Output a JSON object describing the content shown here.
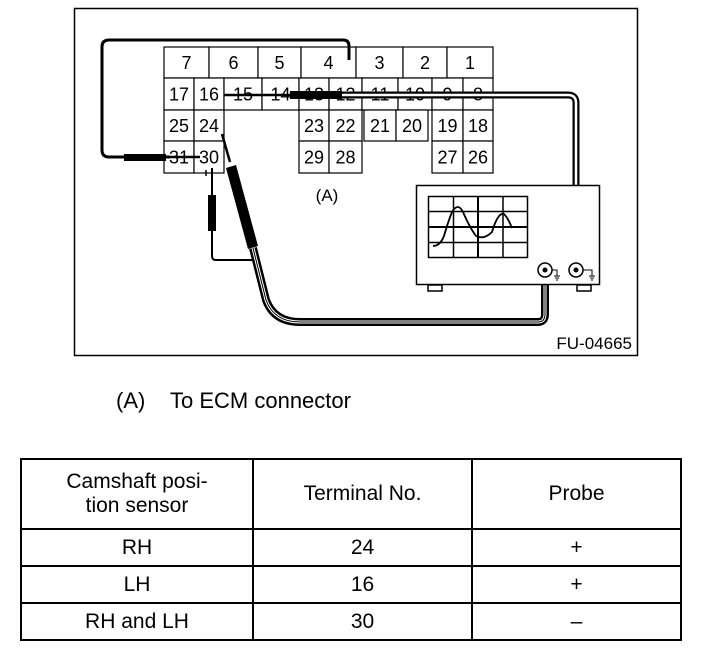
{
  "figure": {
    "id_label": "FU-04665",
    "connector_label": "(A)",
    "connector": {
      "header_row": [
        "7",
        "6",
        "5",
        "4",
        "3",
        "2",
        "1"
      ],
      "row1": [
        "17",
        "16",
        "15",
        "14",
        "13",
        "12",
        "11",
        "10",
        "9",
        "8"
      ],
      "row2_left": [
        "25",
        "24"
      ],
      "row2_mid": [
        "23",
        "22"
      ],
      "row2_right": [
        "21",
        "20",
        "19",
        "18"
      ],
      "row3_left": [
        "31",
        "30"
      ],
      "row3_mid": [
        "29",
        "28"
      ],
      "row3_right": [
        "27",
        "26"
      ]
    },
    "instrument": "oscilloscope",
    "probes": [
      {
        "terminal": "16",
        "to": "channel-2"
      },
      {
        "terminal": "24",
        "to": "channel-1"
      },
      {
        "terminal": "30",
        "to": "ground"
      }
    ]
  },
  "caption": {
    "label": "(A)",
    "text": "To ECM connector"
  },
  "table": {
    "headers": [
      "Camshaft posi-\ntion sensor",
      "Terminal No.",
      "Probe"
    ],
    "header_lines": [
      [
        "Camshaft posi-",
        "tion sensor"
      ],
      [
        "Terminal No."
      ],
      [
        "Probe"
      ]
    ],
    "rows": [
      [
        "RH",
        "24",
        "+"
      ],
      [
        "LH",
        "16",
        "+"
      ],
      [
        "RH and LH",
        "30",
        "–"
      ]
    ]
  }
}
